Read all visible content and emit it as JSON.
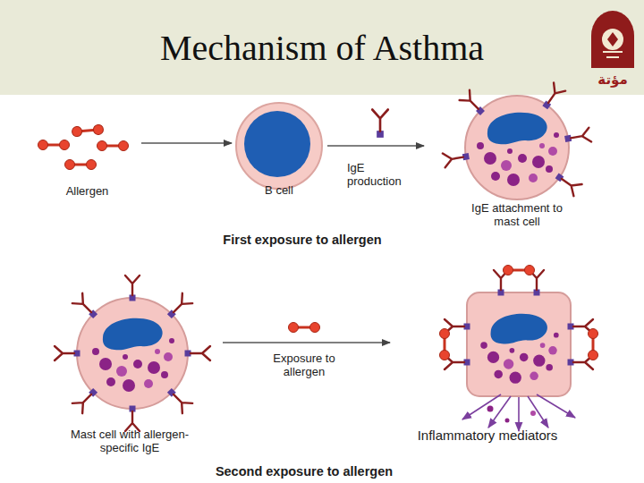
{
  "diagram": {
    "title": "Mechanism of Asthma",
    "nodes": [
      {
        "text": [
          "Allergen"
        ]
      },
      {
        "text": [
          "B cell"
        ]
      },
      {
        "text": [
          "IgE attachment to mast cell"
        ]
      },
      {
        "text": [
          "Mast cell with allergen-specific IgE"
        ]
      },
      {
        "text": [
          "Inflammatory mediators"
        ]
      }
    ],
    "edges": [
      {
        "from": 0,
        "to": 1,
        "arrow": "to"
      },
      {
        "from": 1,
        "to": 2,
        "label": "IgE production",
        "arrow": "to"
      },
      {
        "from": 3,
        "to": 4,
        "label": "Exposure to allergen",
        "arrow": "to"
      }
    ],
    "labels": [
      "First exposure to allergen",
      "Second exposure to allergen",
      "مؤتة"
    ]
  }
}
